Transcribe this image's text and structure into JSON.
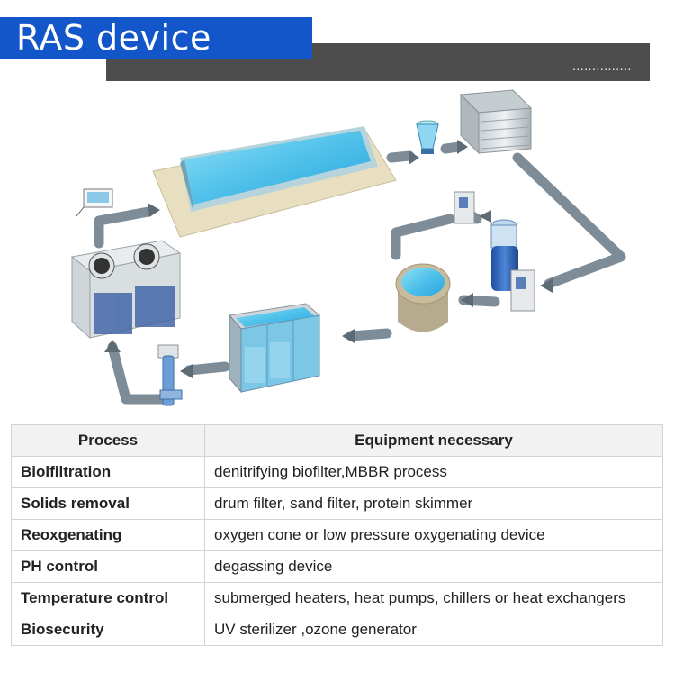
{
  "header": {
    "title": "RAS device",
    "dots": "..............."
  },
  "colors": {
    "title_blue": "#1356c9",
    "title_grey": "#4d4d4d",
    "pipe": "#7b8a95",
    "water": "#5ec8ea"
  },
  "table": {
    "headers": [
      "Process",
      "Equipment necessary"
    ],
    "rows": [
      {
        "process": "Biolfiltration",
        "equipment": "denitrifying biofilter,MBBR process"
      },
      {
        "process": "Solids removal",
        "equipment": "drum filter, sand filter, protein skimmer"
      },
      {
        "process": "Reoxgenating",
        "equipment": "oxygen cone or low pressure oxygenating device"
      },
      {
        "process": "PH control",
        "equipment": "degassing device"
      },
      {
        "process": "Temperature control",
        "equipment": "submerged heaters, heat pumps, chillers or heat exchangers"
      },
      {
        "process": "Biosecurity",
        "equipment": "UV sterilizer ,ozone generator"
      }
    ]
  }
}
